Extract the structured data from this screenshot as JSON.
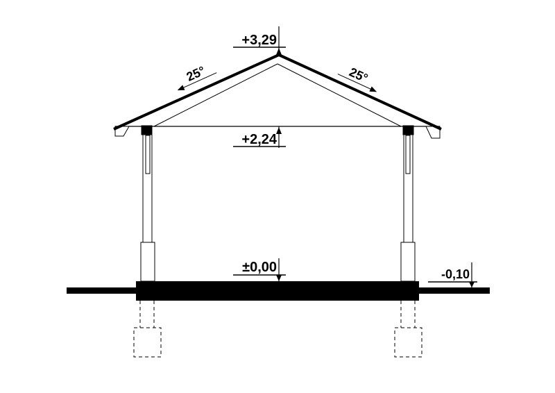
{
  "elevations": {
    "ridge": "+3,29",
    "eaves": "+2,24",
    "floor": "±0,00",
    "ground": "-0,10"
  },
  "roof": {
    "left_slope": "25°",
    "right_slope": "25°"
  }
}
